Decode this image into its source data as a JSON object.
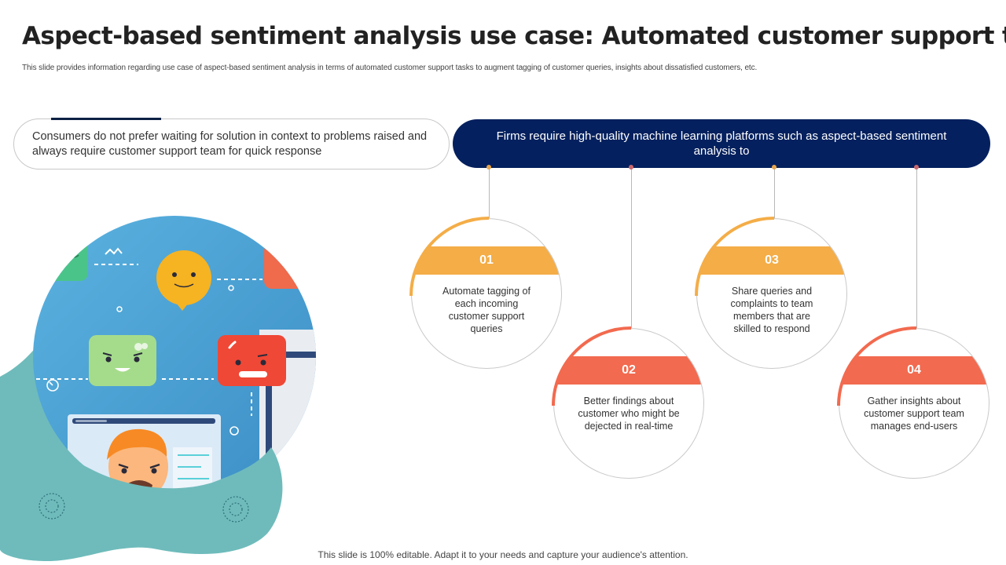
{
  "header": {
    "title": "Aspect-based sentiment analysis use case: Automated customer support tasks",
    "subtitle": "This slide provides information regarding use case of aspect-based sentiment analysis in terms of automated customer support tasks to augment tagging of customer queries, insights about dissatisfied customers, etc."
  },
  "left_callout": {
    "text": "Consumers do not prefer waiting for solution in context to problems raised and always require customer support team for quick response"
  },
  "banner": {
    "text": "Firms require high-quality machine learning platforms such as aspect-based sentiment analysis to"
  },
  "colors": {
    "navy": "#04205e",
    "orange": "#f4ad47",
    "coral": "#f26a4f",
    "teal": "#6fbbbb",
    "blue": "#4a9fd4"
  },
  "steps": [
    {
      "number": "01",
      "text": "Automate tagging of each incoming customer support queries",
      "color": "#f4ad47"
    },
    {
      "number": "02",
      "text": "Better findings about customer who might be dejected in real-time",
      "color": "#f26a4f"
    },
    {
      "number": "03",
      "text": "Share queries and complaints to team members that are skilled to respond",
      "color": "#f4ad47"
    },
    {
      "number": "04",
      "text": "Gather insights about customer support team manages end-users",
      "color": "#f26a4f"
    }
  ],
  "illustration": {
    "description": "customer-support-sentiment-emojis",
    "icons": [
      "happy-emoji-icon",
      "neutral-emoji-icon",
      "angry-emoji-icon",
      "customer-avatar-icon",
      "gear-icon",
      "gear-icon",
      "timer-icon",
      "location-pin-icon"
    ]
  },
  "footer": {
    "text": "This slide is 100% editable. Adapt it to your needs and capture your audience's attention."
  }
}
